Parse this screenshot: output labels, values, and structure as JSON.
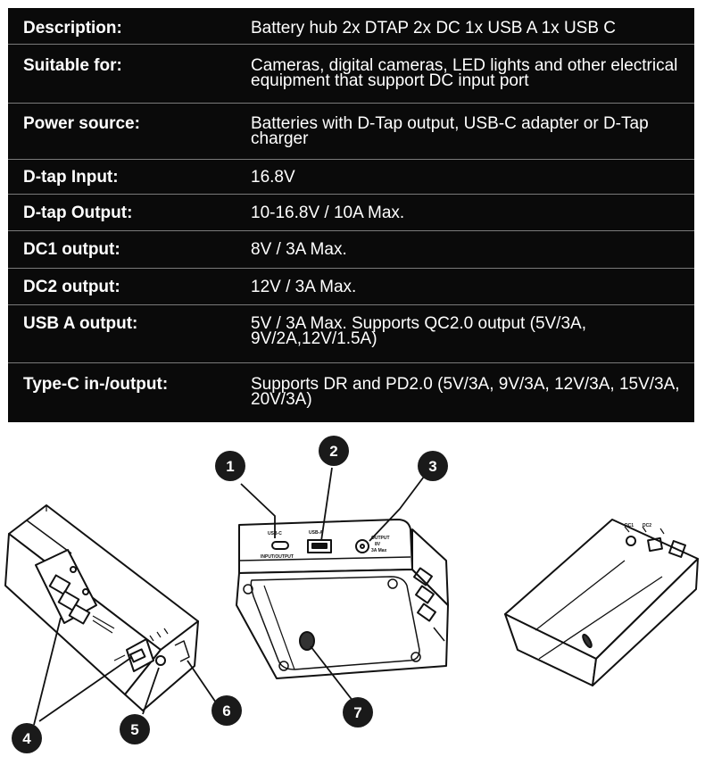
{
  "specs": [
    {
      "label": "Description:",
      "value": "Battery hub 2x DTAP 2x DC 1x USB A 1x USB C"
    },
    {
      "label": "Suitable for:",
      "value": "Cameras, digital cameras, LED lights and other electrical equipment that support DC input port"
    },
    {
      "label": "Power source:",
      "value": "Batteries with D-Tap output, USB-C adapter or D-Tap charger"
    },
    {
      "label": "D-tap Input:",
      "value": "16.8V"
    },
    {
      "label": "D-tap Output:",
      "value": "10-16.8V / 10A Max."
    },
    {
      "label": "DC1 output:",
      "value": "8V / 3A Max."
    },
    {
      "label": "DC2 output:",
      "value": "12V / 3A Max."
    },
    {
      "label": "USB A output:",
      "value": "5V / 3A Max. Supports QC2.0 output (5V/3A, 9V/2A,12V/1.5A)"
    },
    {
      "label": "Type-C in-/output:",
      "value": "Supports DR and PD2.0 (5V/3A, 9V/3A, 12V/3A, 15V/3A, 20V/3A)"
    }
  ],
  "callouts": [
    "1",
    "2",
    "3",
    "4",
    "5",
    "6",
    "7"
  ],
  "port_labels": {
    "usb_c": "USB-C",
    "usb_c_sub": "INPUT/OUTPUT",
    "usb_a": "USB-A",
    "dc_output": "OUTPUT",
    "dc_output_sub1": "8V",
    "dc_output_sub2": "3A Max",
    "right_1": "DC1",
    "right_2": "DC2"
  },
  "colors": {
    "table_bg": "#0a0a0a",
    "table_text": "#ffffff",
    "separator": "#7a7a7a",
    "badge": "#1a1a1a"
  }
}
